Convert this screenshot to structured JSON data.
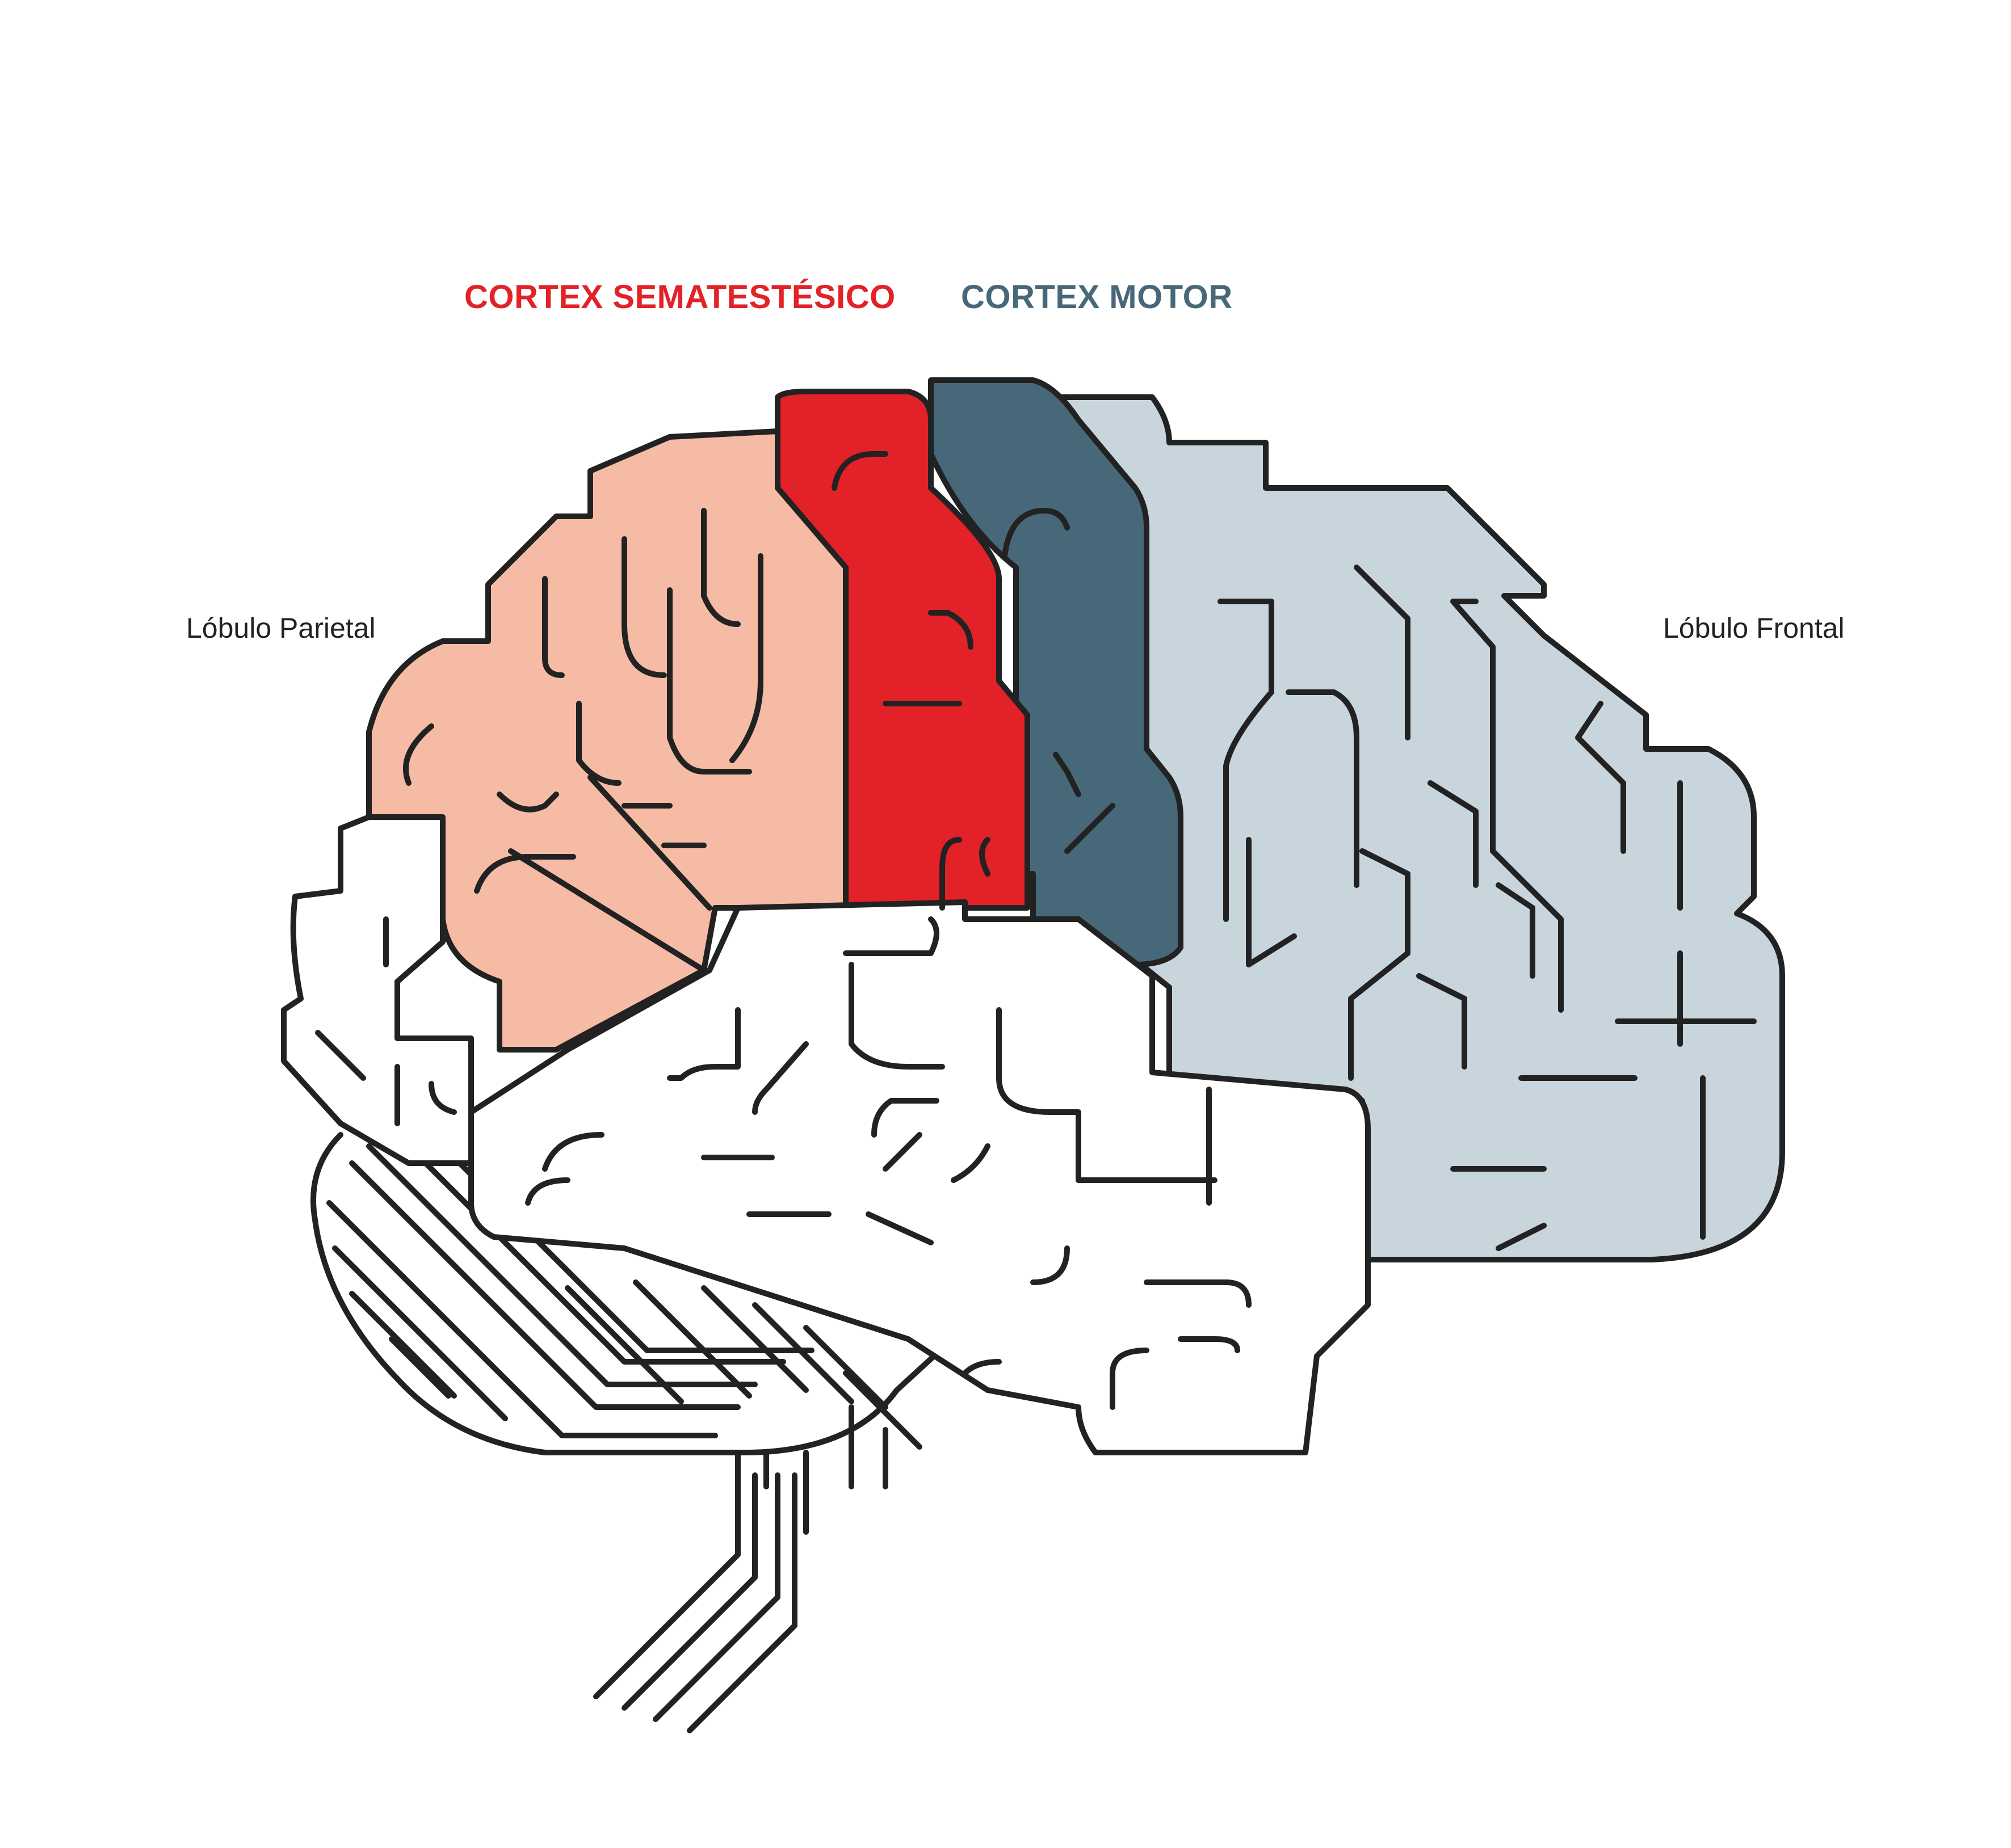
{
  "labels": {
    "somatosensory_cortex": "CORTEX SEMATESTÉSICO",
    "motor_cortex": "CORTEX MOTOR",
    "parietal_lobe": "Lóbulo Parietal",
    "frontal_lobe": "Lóbulo Frontal"
  },
  "colors": {
    "somatosensory": "#e32128",
    "motor": "#476878",
    "parietal": "#f5bba4",
    "frontal": "#c9d5dc",
    "temporal": "#ffffff",
    "outline": "#222222"
  }
}
